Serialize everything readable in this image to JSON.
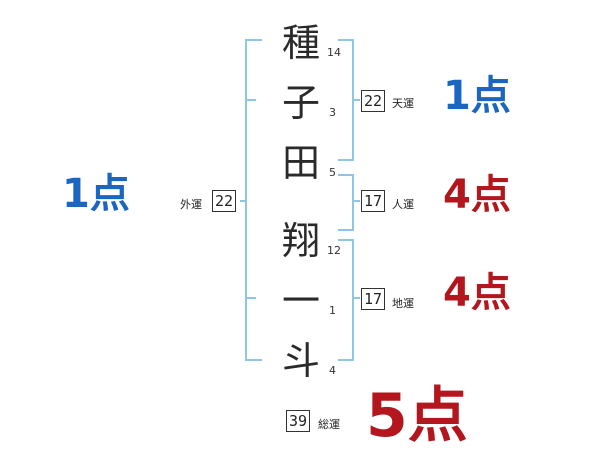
{
  "name": {
    "chars": [
      {
        "char": "種",
        "strokes": "14"
      },
      {
        "char": "子",
        "strokes": "3"
      },
      {
        "char": "田",
        "strokes": "5"
      },
      {
        "char": "翔",
        "strokes": "12"
      },
      {
        "char": "一",
        "strokes": "1"
      },
      {
        "char": "斗",
        "strokes": "4"
      }
    ]
  },
  "fortunes": {
    "tenkaku": {
      "label": "天運",
      "value": "22",
      "score": "1点"
    },
    "jinkaku": {
      "label": "人運",
      "value": "17",
      "score": "4点"
    },
    "chikaku": {
      "label": "地運",
      "value": "17",
      "score": "4点"
    },
    "gaikaku": {
      "label": "外運",
      "value": "22",
      "score": "1点"
    },
    "soukaku": {
      "label": "総運",
      "value": "39",
      "score": "5点"
    }
  },
  "colors": {
    "bracket": "#8ec4e6",
    "score_low": "#1a66c0",
    "score_high": "#b3161d"
  }
}
